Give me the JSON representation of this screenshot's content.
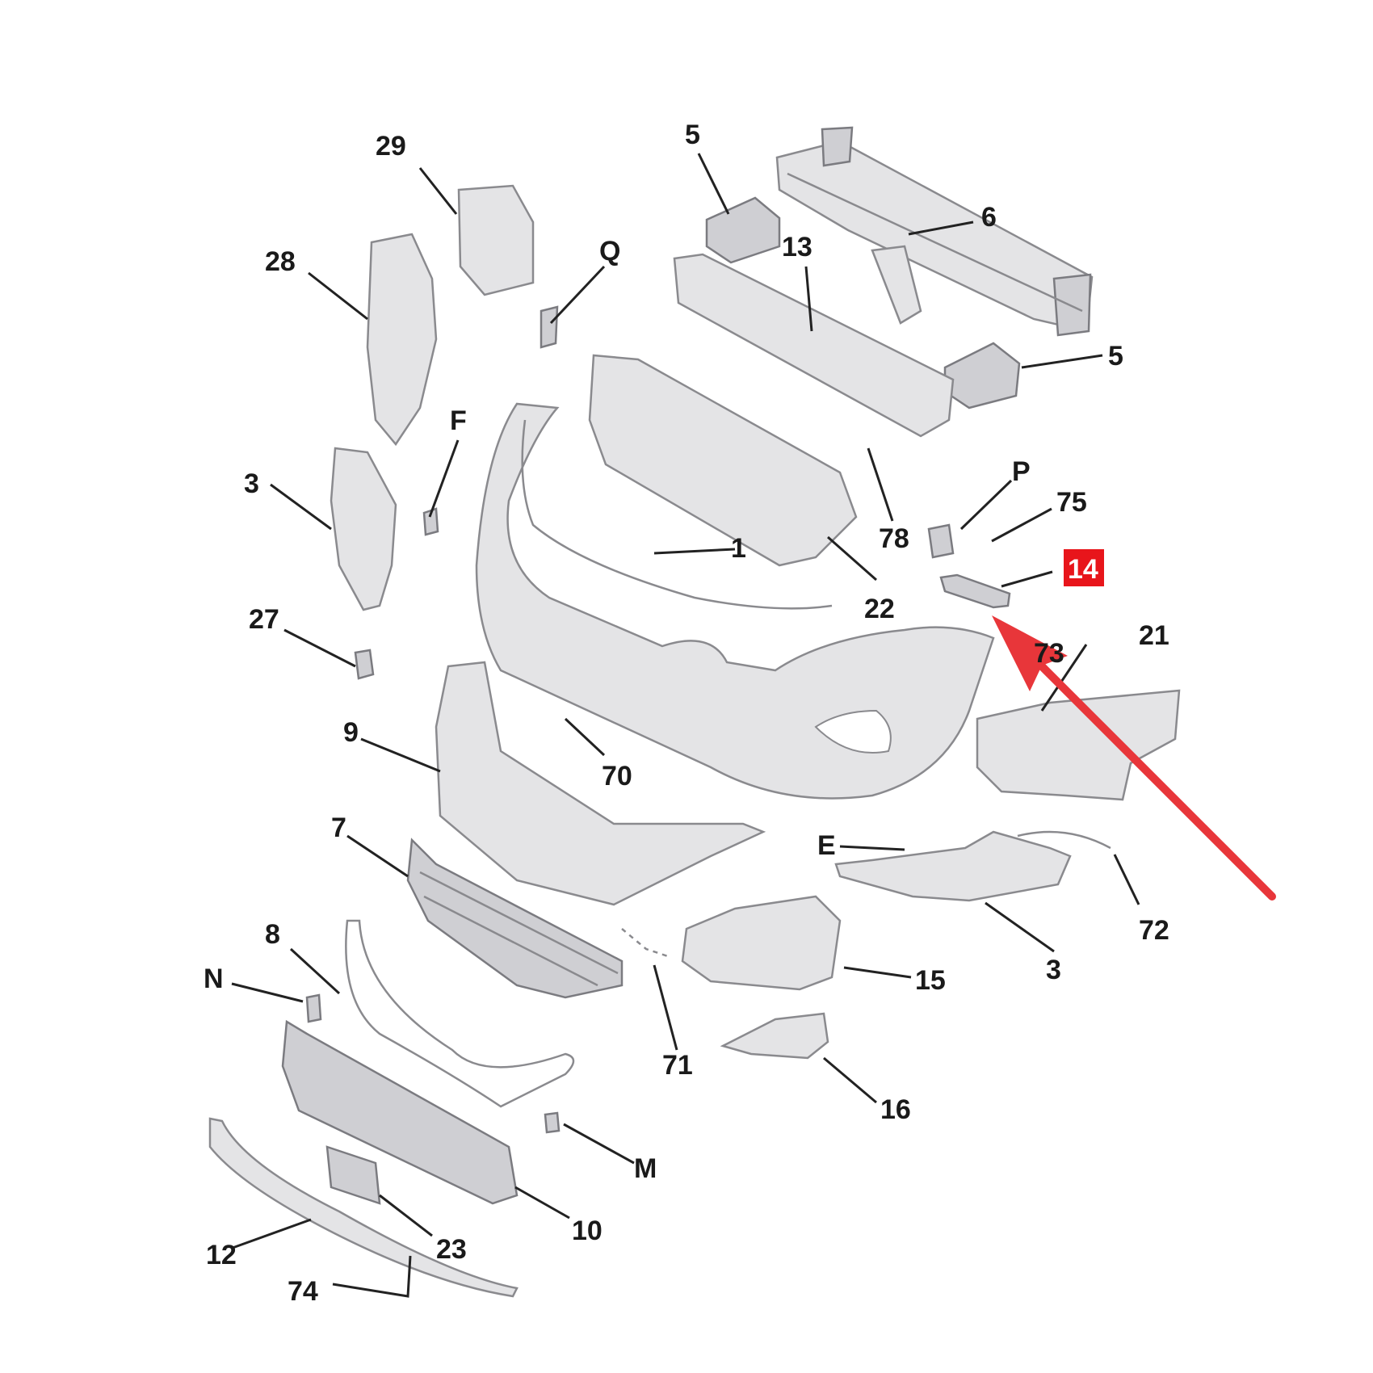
{
  "diagram": {
    "highlight_color": "#e8151b",
    "arrow_color": "#e8363a",
    "highlighted_label": "14",
    "callouts": [
      "29",
      "28",
      "5",
      "6",
      "13",
      "Q",
      "5",
      "F",
      "3",
      "1",
      "22",
      "78",
      "P",
      "75",
      "14",
      "27",
      "73",
      "21",
      "9",
      "70",
      "7",
      "E",
      "72",
      "3",
      "8",
      "15",
      "N",
      "71",
      "16",
      "M",
      "10",
      "12",
      "23",
      "74"
    ]
  }
}
